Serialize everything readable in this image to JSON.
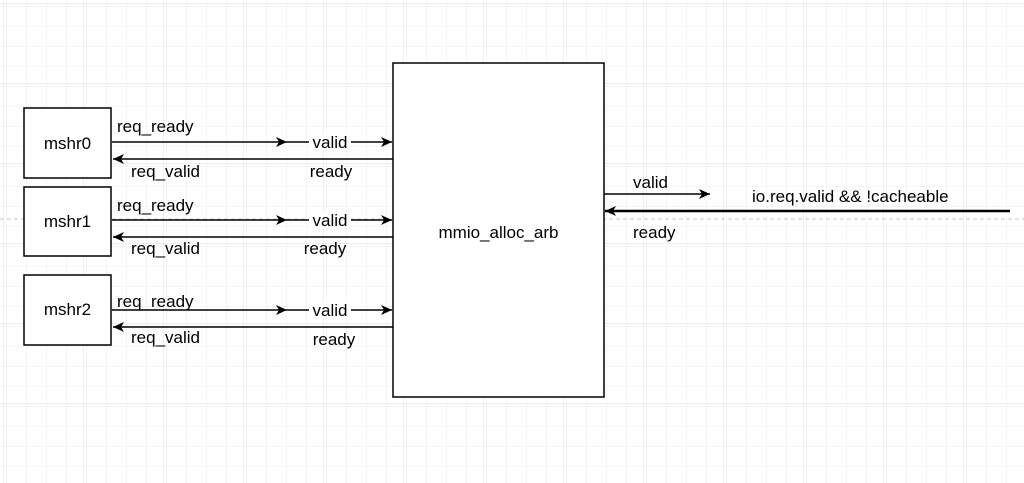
{
  "colors": {
    "background": "#ffffff",
    "grid": "#e3e3e3",
    "line": "#000000"
  },
  "arbiter": {
    "label": "mmio_alloc_arb"
  },
  "mshrs": [
    {
      "name": "mshr0",
      "req_ready": "req_ready",
      "req_valid": "req_valid",
      "valid": "valid",
      "ready": "ready"
    },
    {
      "name": "mshr1",
      "req_ready": "req_ready",
      "req_valid": "req_valid",
      "valid": "valid",
      "ready": "ready"
    },
    {
      "name": "mshr2",
      "req_ready": "req_ready",
      "req_valid": "req_valid",
      "valid": "valid",
      "ready": "ready"
    }
  ],
  "output": {
    "valid": "valid",
    "ready": "ready",
    "condition": "io.req.valid && !cacheable"
  }
}
